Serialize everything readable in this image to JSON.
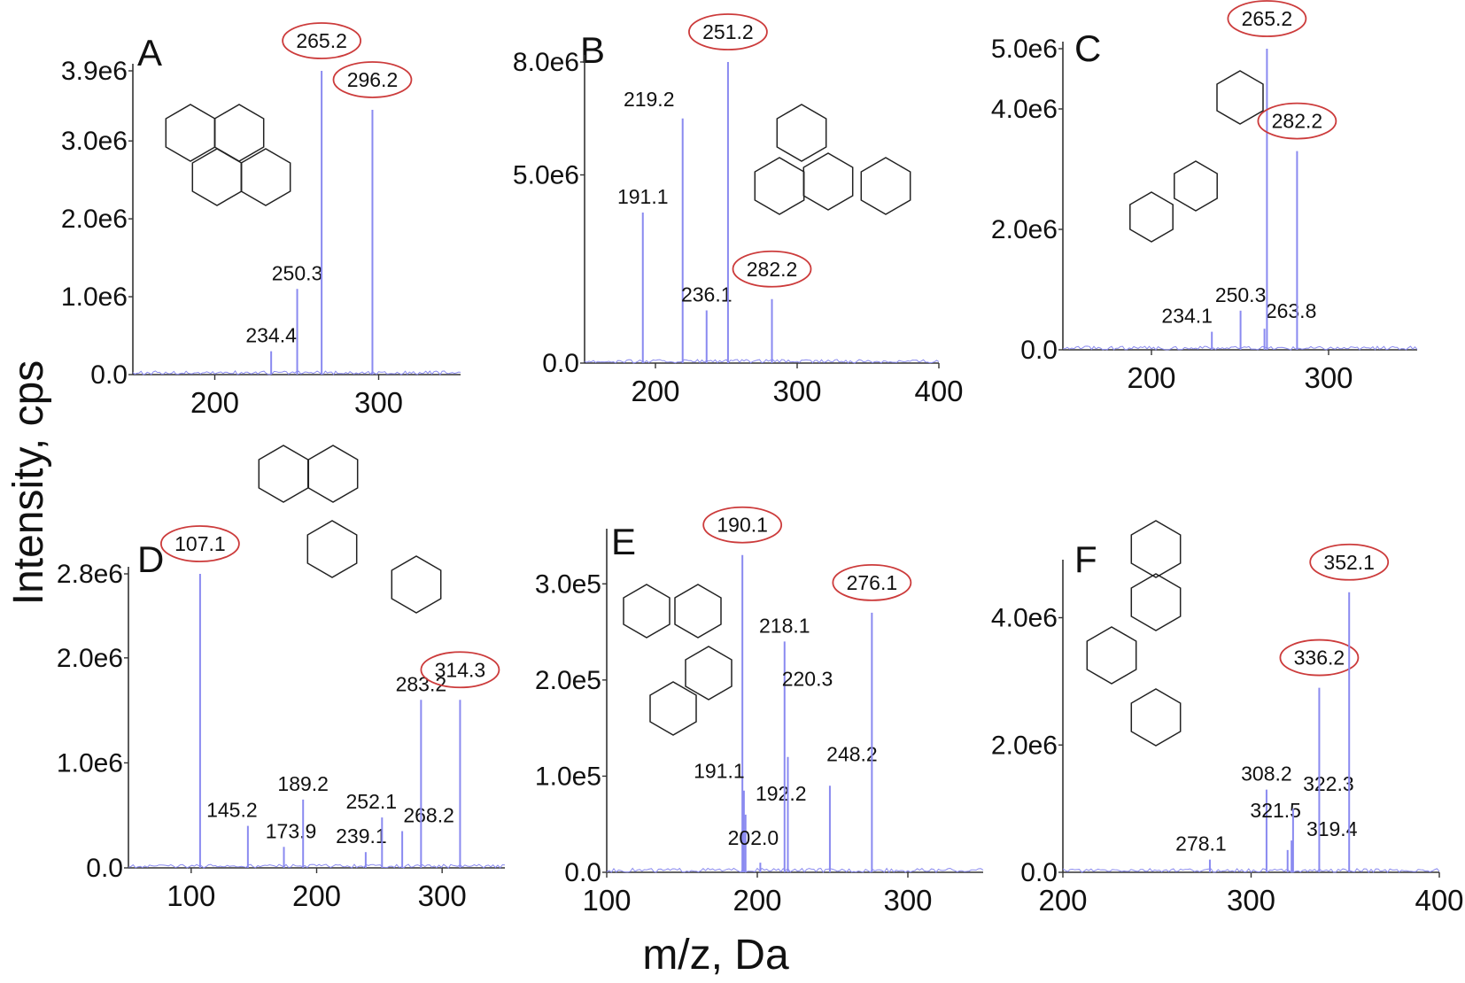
{
  "figure": {
    "ylabel": "Intensity, cps",
    "xlabel": "m/z, Da"
  },
  "colors": {
    "spectrum": "#8a8af0",
    "highlight_ellipse": "#cc3b3b",
    "axis": "#333333"
  },
  "chart_data": [
    {
      "type": "bar",
      "panel": "A",
      "xlim": [
        150,
        350
      ],
      "ylim": [
        0,
        3900000
      ],
      "xticks": [
        "200",
        "300"
      ],
      "yticks": [
        "0.0",
        "1.0e6",
        "2.0e6",
        "3.0e6",
        "3.9e6"
      ],
      "structure_icon": "aporphine-structure-icon",
      "peaks": [
        {
          "x": 234.4,
          "y": 300000,
          "label": "234.4",
          "highlight": false
        },
        {
          "x": 250.3,
          "y": 1100000,
          "label": "250.3",
          "highlight": false
        },
        {
          "x": 265.2,
          "y": 3900000,
          "label": "265.2",
          "highlight": true
        },
        {
          "x": 296.2,
          "y": 3400000,
          "label": "296.2",
          "highlight": true
        }
      ]
    },
    {
      "type": "bar",
      "panel": "B",
      "xlim": [
        150,
        400
      ],
      "ylim": [
        0,
        8000000
      ],
      "xticks": [
        "200",
        "300",
        "400"
      ],
      "yticks": [
        "0.0",
        "5.0e6",
        "8.0e6"
      ],
      "structure_icon": "aporphine-structure-icon",
      "peaks": [
        {
          "x": 191.1,
          "y": 4000000,
          "label": "191.1",
          "highlight": false
        },
        {
          "x": 219.2,
          "y": 6500000,
          "label": "219.2",
          "highlight": false
        },
        {
          "x": 236.1,
          "y": 1400000,
          "label": "236.1",
          "highlight": false
        },
        {
          "x": 251.2,
          "y": 8000000,
          "label": "251.2",
          "highlight": true
        },
        {
          "x": 282.2,
          "y": 1700000,
          "label": "282.2",
          "highlight": true
        }
      ]
    },
    {
      "type": "bar",
      "panel": "C",
      "xlim": [
        150,
        350
      ],
      "ylim": [
        0,
        5000000
      ],
      "xticks": [
        "200",
        "300"
      ],
      "yticks": [
        "0.0",
        "2.0e6",
        "4.0e6",
        "5.0e6"
      ],
      "structure_icon": "proaporphine-structure-icon",
      "peaks": [
        {
          "x": 234.1,
          "y": 300000,
          "label": "234.1",
          "highlight": false
        },
        {
          "x": 250.3,
          "y": 650000,
          "label": "250.3",
          "highlight": false
        },
        {
          "x": 263.8,
          "y": 350000,
          "label": "263.8",
          "highlight": false
        },
        {
          "x": 265.2,
          "y": 5000000,
          "label": "265.2",
          "highlight": true
        },
        {
          "x": 282.2,
          "y": 3300000,
          "label": "282.2",
          "highlight": true
        }
      ]
    },
    {
      "type": "bar",
      "panel": "D",
      "xlim": [
        50,
        350
      ],
      "ylim": [
        0,
        2800000
      ],
      "xticks": [
        "100",
        "200",
        "300"
      ],
      "yticks": [
        "0.0",
        "1.0e6",
        "2.0e6",
        "2.8e6"
      ],
      "structure_icon": "benzylisoquinoline-structure-icon",
      "peaks": [
        {
          "x": 107.1,
          "y": 2800000,
          "label": "107.1",
          "highlight": true
        },
        {
          "x": 145.2,
          "y": 400000,
          "label": "145.2",
          "highlight": false
        },
        {
          "x": 173.9,
          "y": 200000,
          "label": "173.9",
          "highlight": false
        },
        {
          "x": 189.2,
          "y": 650000,
          "label": "189.2",
          "highlight": false
        },
        {
          "x": 239.1,
          "y": 150000,
          "label": "239.1",
          "highlight": false
        },
        {
          "x": 252.1,
          "y": 480000,
          "label": "252.1",
          "highlight": false
        },
        {
          "x": 268.2,
          "y": 350000,
          "label": "268.2",
          "highlight": false
        },
        {
          "x": 283.2,
          "y": 1600000,
          "label": "283.2",
          "highlight": false
        },
        {
          "x": 314.3,
          "y": 1600000,
          "label": "314.3",
          "highlight": true
        }
      ]
    },
    {
      "type": "bar",
      "panel": "E",
      "xlim": [
        100,
        350
      ],
      "ylim": [
        0,
        350000
      ],
      "xticks": [
        "100",
        "200",
        "300"
      ],
      "yticks": [
        "0.0",
        "1.0e5",
        "2.0e5",
        "3.0e5"
      ],
      "structure_icon": "oxoaporphine-structure-icon",
      "peaks": [
        {
          "x": 190.1,
          "y": 330000,
          "label": "190.1",
          "highlight": true
        },
        {
          "x": 191.1,
          "y": 85000,
          "label": "191.1",
          "highlight": false
        },
        {
          "x": 192.2,
          "y": 60000,
          "label": "192.2",
          "highlight": false
        },
        {
          "x": 202.0,
          "y": 10000,
          "label": "202.0",
          "highlight": false
        },
        {
          "x": 218.1,
          "y": 240000,
          "label": "218.1",
          "highlight": false
        },
        {
          "x": 220.3,
          "y": 120000,
          "label": "220.3",
          "highlight": false
        },
        {
          "x": 248.2,
          "y": 90000,
          "label": "248.2",
          "highlight": false
        },
        {
          "x": 276.1,
          "y": 270000,
          "label": "276.1",
          "highlight": true
        }
      ]
    },
    {
      "type": "bar",
      "panel": "F",
      "xlim": [
        200,
        400
      ],
      "ylim": [
        0,
        4800000
      ],
      "xticks": [
        "200",
        "300",
        "400"
      ],
      "yticks": [
        "0.0",
        "2.0e6",
        "4.0e6"
      ],
      "structure_icon": "protoberberine-structure-icon",
      "peaks": [
        {
          "x": 278.1,
          "y": 200000,
          "label": "278.1",
          "highlight": false
        },
        {
          "x": 308.2,
          "y": 1300000,
          "label": "308.2",
          "highlight": false
        },
        {
          "x": 319.4,
          "y": 350000,
          "label": "319.4",
          "highlight": false
        },
        {
          "x": 321.5,
          "y": 500000,
          "label": "321.5",
          "highlight": false
        },
        {
          "x": 322.3,
          "y": 1000000,
          "label": "322.3",
          "highlight": false
        },
        {
          "x": 336.2,
          "y": 2900000,
          "label": "336.2",
          "highlight": true
        },
        {
          "x": 352.1,
          "y": 4400000,
          "label": "352.1",
          "highlight": true
        }
      ]
    }
  ]
}
